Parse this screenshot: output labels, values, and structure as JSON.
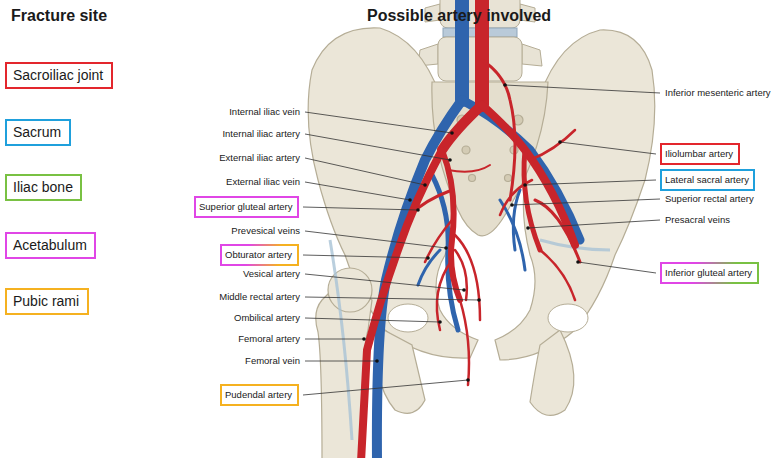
{
  "diagram": {
    "nodes": [
      {
        "text": [
          "Sacroiliac joint"
        ]
      },
      {
        "text": [
          "Sacrum"
        ]
      },
      {
        "text": [
          "Iliac bone"
        ]
      },
      {
        "text": [
          "Acetabulum"
        ]
      },
      {
        "text": [
          "Pubic rami"
        ]
      },
      {
        "text": [
          "Iliolumbar artery"
        ]
      },
      {
        "text": [
          "Lateral sacral artery"
        ]
      },
      {
        "text": [
          "Superior gluteal artery"
        ]
      },
      {
        "text": [
          "Obturator artery"
        ]
      },
      {
        "text": [
          "Inferior gluteal artery"
        ]
      },
      {
        "text": [
          "Pudendal artery"
        ]
      }
    ],
    "labels": [
      "Fracture site",
      "Possible artery involved",
      "Inferior mesenteric artery",
      "Internal iliac vein",
      "Internal iliac artery",
      "External iliac artery",
      "External iliac vein",
      "Superior rectal artery",
      "Presacral veins",
      "Prevesical veins",
      "Vesical artery",
      "Middle rectal artery",
      "Ombilical artery",
      "Femoral artery",
      "Femoral vein"
    ]
  }
}
